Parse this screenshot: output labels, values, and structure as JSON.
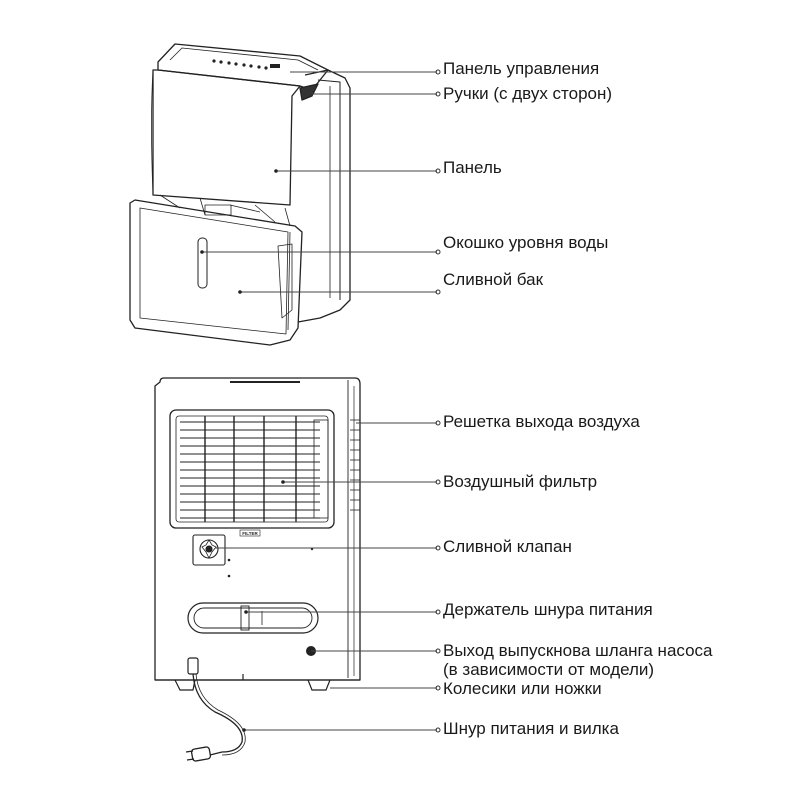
{
  "front_labels": [
    "Панель управления",
    "Ручки (с двух сторон)",
    "Панель",
    "Окошко уровня воды",
    "Сливной бак"
  ],
  "back_labels": [
    "Решетка выхода воздуха",
    "Воздушный фильтр",
    "Сливной клапан",
    "Держатель шнура питания",
    "Выход выпускнова шланга насоса",
    "(в зависимости от модели)",
    "Колесики или  ножки",
    "Шнур питания и вилка"
  ],
  "filter_tag": "FILTER"
}
